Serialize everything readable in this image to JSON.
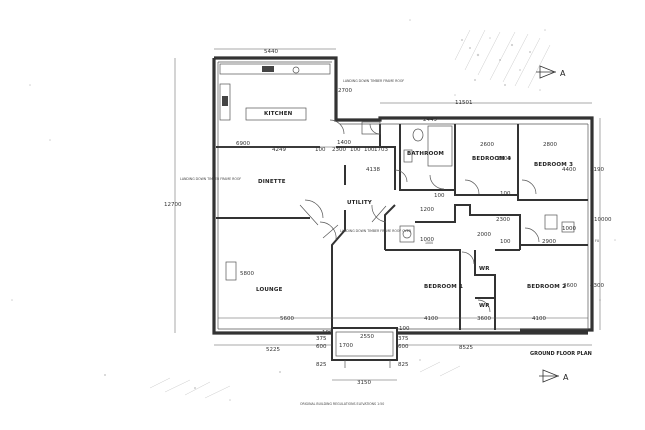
{
  "plan": {
    "title": "GROUND FLOOR PLAN",
    "section_marker": "A",
    "rooms": {
      "kitchen": "KITCHEN",
      "dinette": "DINETTE",
      "lounge": "LOUNGE",
      "utility": "UTILITY",
      "bathroom": "BATHROOM",
      "bedroom4": "BEDROOM 4",
      "bedroom3": "BEDROOM 3",
      "bedroom1": "BEDROOM 1",
      "bedroom2": "BEDROOM 2",
      "wr_a": "WR",
      "wr_b": "WR"
    },
    "dimensions": {
      "top_overall": "5440",
      "kitchen_side": "2700",
      "right_overall": "11501",
      "left_overall": "12700",
      "d6900": "6900",
      "d4249": "4249",
      "d1400": "1400",
      "d100_a": "100",
      "d2300": "2300",
      "d100_b": "100",
      "d100_c": "100",
      "d1703": "1703",
      "d2449": "2449",
      "d2600": "2600",
      "bed4_w": "2300",
      "d2800": "2800",
      "bed3_h": "4400",
      "d5190": "5190",
      "d4138": "4138",
      "d1200": "1200",
      "d2300_c": "2300",
      "d10000": "10000",
      "d1000": "1000",
      "d2000": "2000",
      "d100_d": "100",
      "d2900": "2900",
      "d1000_b": "1000",
      "d100_e": "100",
      "lounge_h": "5800",
      "bed2_h": "3600",
      "d4300": "4300",
      "d5600": "5600",
      "d4100": "4100",
      "d3600": "3600",
      "d4100_b": "4100",
      "d375_a": "375",
      "d2550": "2550",
      "d375_b": "375",
      "d1700": "1700",
      "d600_a": "600",
      "d600_b": "600",
      "d5225": "5225",
      "d8525": "8525",
      "d825_a": "825",
      "d825_b": "825",
      "d3150": "3150",
      "d100_f": "100",
      "d100_g": "100",
      "d100_h": "100"
    },
    "notes": {
      "kitchen_note": "LANDING DOWN TIMBER FRAME ROOF",
      "left_note": "LANDING DOWN TIMBER FRAME ROOF",
      "hall_note": "LANDING DOWN TIMBER FRAME ROOF OVER",
      "stair_note": "1000",
      "footer": "ORIGINAL BUILDING REGULATIONS ELEVATIONS 1:50",
      "fu": "FU"
    }
  },
  "colors": {
    "ink": "#333333",
    "paper": "#ffffff"
  }
}
